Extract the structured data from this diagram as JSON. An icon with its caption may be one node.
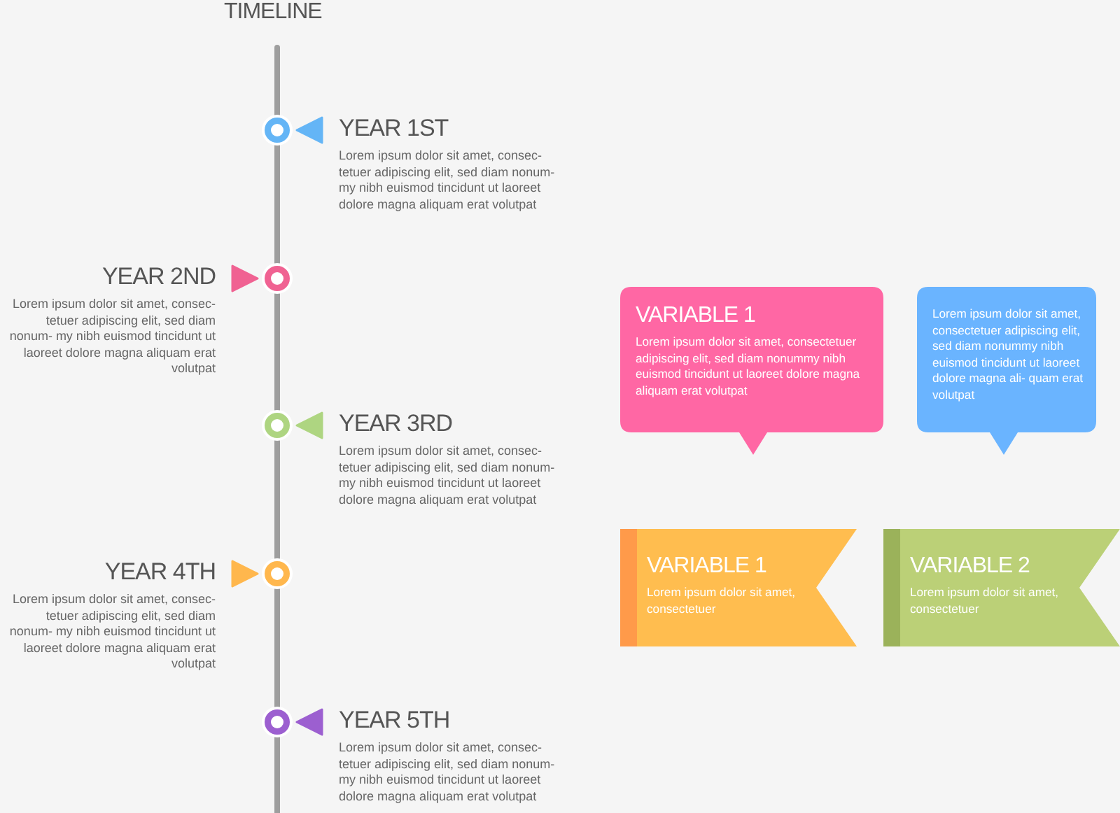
{
  "diagram": {
    "title": "TIMELINE",
    "nodes": [
      {
        "text": [
          "YEAR 1ST",
          "Lorem ipsum dolor sit amet, consec- tetuer adipiscing elit, sed diam nonum- my nibh euismod tincidunt ut laoreet dolore magna aliquam erat volutpat"
        ]
      },
      {
        "text": [
          "YEAR 2ND",
          "Lorem ipsum dolor sit amet, consec- tetuer adipiscing elit, sed diam nonum- my nibh euismod tincidunt ut laoreet dolore magna aliquam erat volutpat"
        ]
      },
      {
        "text": [
          "YEAR 3RD",
          "Lorem ipsum dolor sit amet, consec- tetuer adipiscing elit, sed diam nonum- my nibh euismod tincidunt ut laoreet dolore magna aliquam erat volutpat"
        ]
      },
      {
        "text": [
          "YEAR 4TH",
          "Lorem ipsum dolor sit amet, consec- tetuer adipiscing elit, sed diam nonum- my nibh euismod tincidunt ut laoreet dolore magna aliquam erat volutpat"
        ]
      },
      {
        "text": [
          "YEAR 5TH",
          "Lorem ipsum dolor sit amet, consec- tetuer adipiscing elit, sed diam nonum- my nibh euismod tincidunt ut laoreet dolore magna aliquam erat volutpat"
        ]
      },
      {
        "text": [],
        "shape": "circle"
      },
      {
        "text": [],
        "shape": "circle"
      },
      {
        "text": [],
        "shape": "circle"
      },
      {
        "text": [],
        "shape": "circle"
      },
      {
        "text": [],
        "shape": "circle"
      },
      {
        "text": [
          "VARIABLE 1",
          "Lorem ipsum dolor sit amet, consectetuer adipiscing elit, sed diam nonummy nibh euismod tincidunt ut laoreet dolore magna aliquam erat volutpat"
        ]
      },
      {
        "text": [
          "Lorem ipsum dolor sit amet, consectetuer adipiscing elit, sed diam nonummy nibh euismod tincidunt ut laoreet dolore magna ali- quam erat volutpat"
        ]
      },
      {
        "text": [
          "VARIABLE 1",
          "Lorem ipsum dolor sit amet, consectetuer"
        ]
      },
      {
        "text": [
          "VARIABLE 2",
          "Lorem ipsum dolor sit amet, consectetuer"
        ]
      }
    ],
    "edges": [
      {
        "from": 0,
        "to": 5,
        "arrow": "to",
        "color": "#64b5f6"
      },
      {
        "from": 1,
        "to": 6,
        "arrow": "to",
        "color": "#f06292"
      },
      {
        "from": 2,
        "to": 7,
        "arrow": "to",
        "color": "#aed581"
      },
      {
        "from": 3,
        "to": 8,
        "arrow": "to",
        "color": "#ffb74d"
      },
      {
        "from": 4,
        "to": 9,
        "arrow": "to",
        "color": "#9c5fd0"
      }
    ]
  }
}
